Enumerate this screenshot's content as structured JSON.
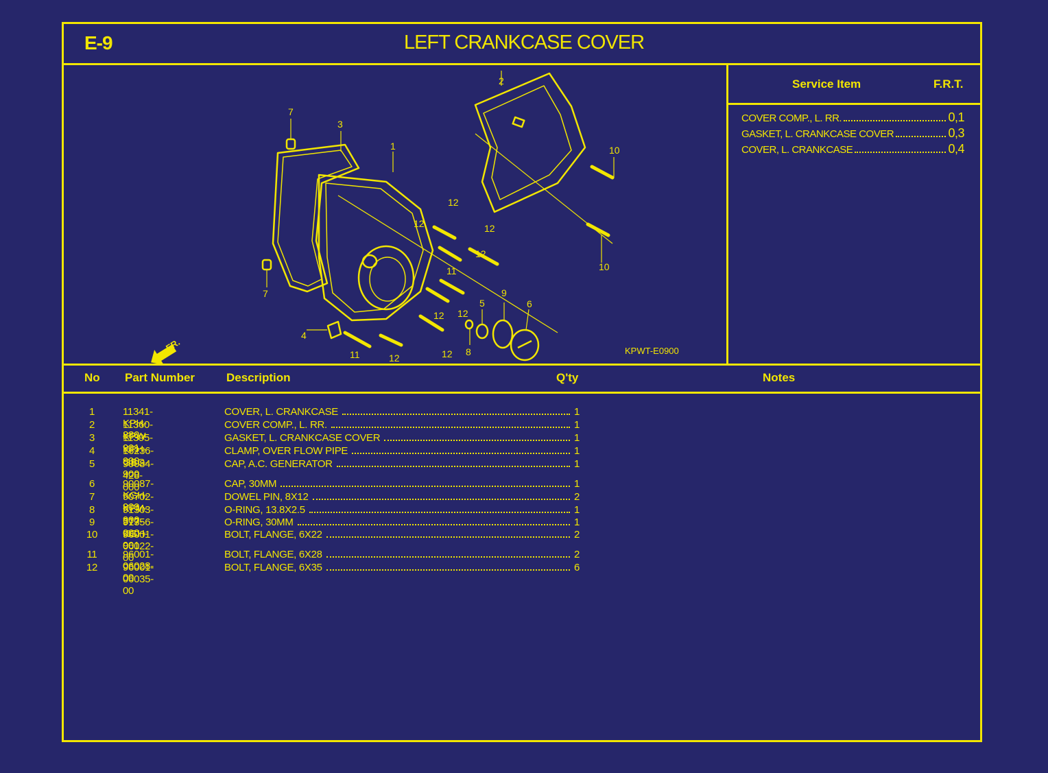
{
  "header": {
    "code": "E-9",
    "title": "LEFT CRANKCASE COVER"
  },
  "service": {
    "col_item": "Service Item",
    "col_frt": "F.R.T.",
    "rows": [
      {
        "item": "COVER COMP., L. RR.",
        "frt": "0,1"
      },
      {
        "item": "GASKET, L. CRANKCASE COVER",
        "frt": "0,3"
      },
      {
        "item": "COVER, L. CRANKCASE",
        "frt": "0,4"
      }
    ]
  },
  "diagram": {
    "ref_code": "KPWT-E0900",
    "front_label": "FR.",
    "callouts": [
      "1",
      "2",
      "3",
      "4",
      "5",
      "6",
      "7",
      "7",
      "8",
      "9",
      "10",
      "10",
      "11",
      "11",
      "12",
      "12",
      "12",
      "12",
      "12",
      "12",
      "12",
      "12"
    ]
  },
  "parts": {
    "col_no": "No",
    "col_part": "Part Number",
    "col_desc": "Description",
    "col_qty": "Q'ty",
    "col_notes": "Notes",
    "rows": [
      {
        "no": "1",
        "part": "11341-KPH-880",
        "desc": "COVER, L. CRANKCASE",
        "qty": "1"
      },
      {
        "no": "2",
        "part": "11360-KPW-901",
        "desc": "COVER COMP., L. RR.",
        "qty": "1"
      },
      {
        "no": "3",
        "part": "11395-KPH-900",
        "desc": "GASKET, L. CRANKCASE COVER",
        "qty": "1"
      },
      {
        "no": "4",
        "part": "16236-GBG-900",
        "desc": "CLAMP, OVER FLOW PIPE",
        "qty": "1"
      },
      {
        "no": "5",
        "part": "90084-428-000",
        "desc": "CAP, A.C. GENERATOR",
        "qty": "1"
      },
      {
        "no": "6",
        "part": "90087-KGH-900",
        "desc": "CAP, 30MM",
        "qty": "1"
      },
      {
        "no": "7",
        "part": "90702-KFM-900",
        "desc": "DOWEL PIN, 8X12",
        "qty": "2"
      },
      {
        "no": "8",
        "part": "91303-377-000",
        "desc": "O-RING, 13.8X2.5",
        "qty": "1"
      },
      {
        "no": "9",
        "part": "91356-KGH-901",
        "desc": "O-RING, 30MM",
        "qty": "1"
      },
      {
        "no": "10",
        "part": "96001-06022-00",
        "desc": "BOLT, FLANGE, 6X22",
        "qty": "2"
      },
      {
        "no": "11",
        "part": "96001-06028-00",
        "desc": "BOLT, FLANGE, 6X28",
        "qty": "2"
      },
      {
        "no": "12",
        "part": "96001-06035-00",
        "desc": "BOLT, FLANGE, 6X35",
        "qty": "6"
      }
    ]
  },
  "colors": {
    "background": "#26266a",
    "ink": "#f2e600"
  }
}
